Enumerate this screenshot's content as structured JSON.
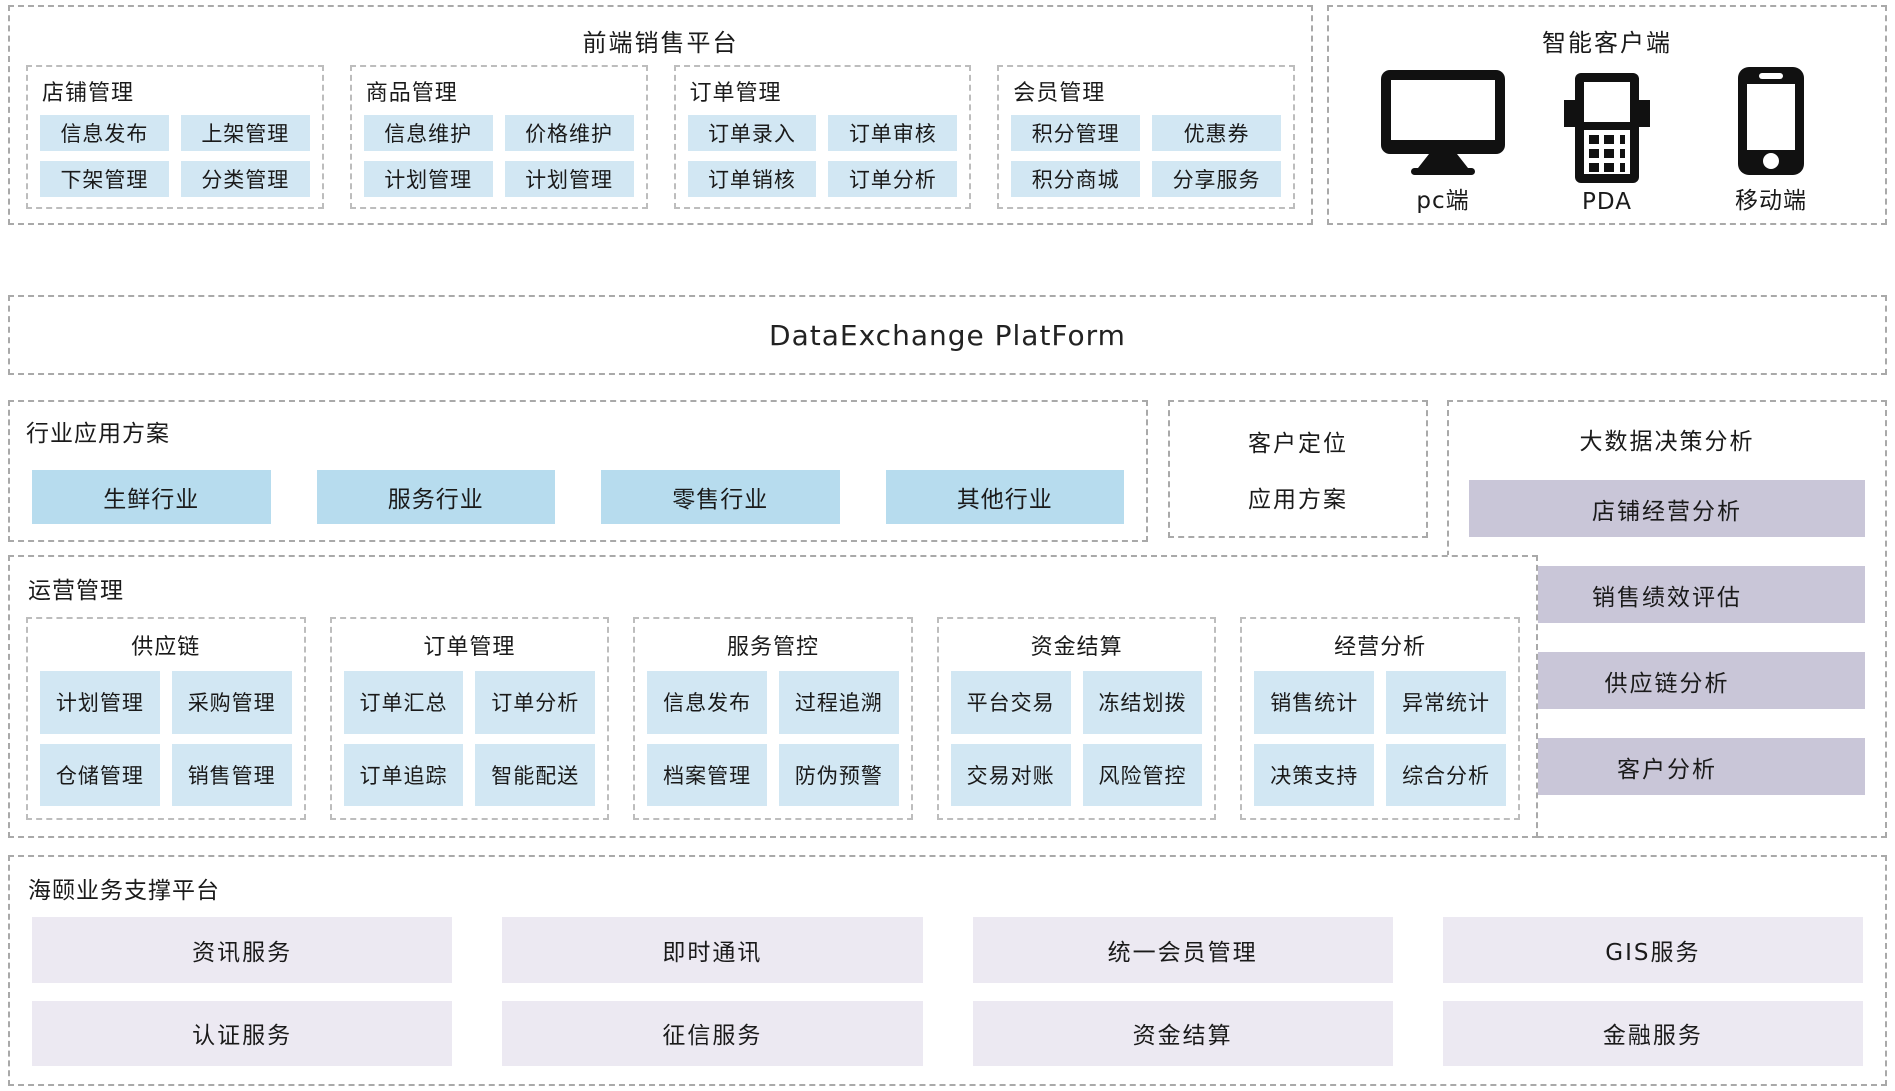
{
  "frontend": {
    "title": "前端销售平台",
    "groups": [
      {
        "title": "店铺管理",
        "items": [
          "信息发布",
          "上架管理",
          "下架管理",
          "分类管理"
        ]
      },
      {
        "title": "商品管理",
        "items": [
          "信息维护",
          "价格维护",
          "计划管理",
          "计划管理"
        ]
      },
      {
        "title": "订单管理",
        "items": [
          "订单录入",
          "订单审核",
          "订单销核",
          "订单分析"
        ]
      },
      {
        "title": "会员管理",
        "items": [
          "积分管理",
          "优惠券",
          "积分商城",
          "分享服务"
        ]
      }
    ]
  },
  "clients": {
    "title": "智能客户端",
    "devices": [
      {
        "icon": "desktop-icon",
        "label": "pc端"
      },
      {
        "icon": "pda-icon",
        "label": "PDA"
      },
      {
        "icon": "mobile-icon",
        "label": "移动端"
      }
    ]
  },
  "exchange": {
    "title": "DataExchange PlatForm"
  },
  "industry": {
    "title": "行业应用方案",
    "items": [
      "生鲜行业",
      "服务行业",
      "零售行业",
      "其他行业"
    ]
  },
  "positioning": {
    "line1": "客户定位",
    "line2": "应用方案"
  },
  "bigdata": {
    "title": "大数据决策分析",
    "items": [
      "店铺经营分析",
      "销售绩效评估",
      "供应链分析",
      "客户分析"
    ]
  },
  "operations": {
    "title": "运营管理",
    "groups": [
      {
        "title": "供应链",
        "items": [
          "计划管理",
          "采购管理",
          "仓储管理",
          "销售管理"
        ]
      },
      {
        "title": "订单管理",
        "items": [
          "订单汇总",
          "订单分析",
          "订单追踪",
          "智能配送"
        ]
      },
      {
        "title": "服务管控",
        "items": [
          "信息发布",
          "过程追溯",
          "档案管理",
          "防伪预警"
        ]
      },
      {
        "title": "资金结算",
        "items": [
          "平台交易",
          "冻结划拨",
          "交易对账",
          "风险管控"
        ]
      },
      {
        "title": "经营分析",
        "items": [
          "销售统计",
          "异常统计",
          "决策支持",
          "综合分析"
        ]
      }
    ]
  },
  "support": {
    "title": "海颐业务支撑平台",
    "items": [
      "资讯服务",
      "即时通讯",
      "统一会员管理",
      "GIS服务",
      "认证服务",
      "征信服务",
      "资金结算",
      "金融服务"
    ]
  },
  "colors": {
    "chip_blue": "#d2e7f3",
    "button_blue": "#b7dcee",
    "chip_lavender": "#c9c6d8",
    "chip_lavender_light": "#ece9f2"
  }
}
